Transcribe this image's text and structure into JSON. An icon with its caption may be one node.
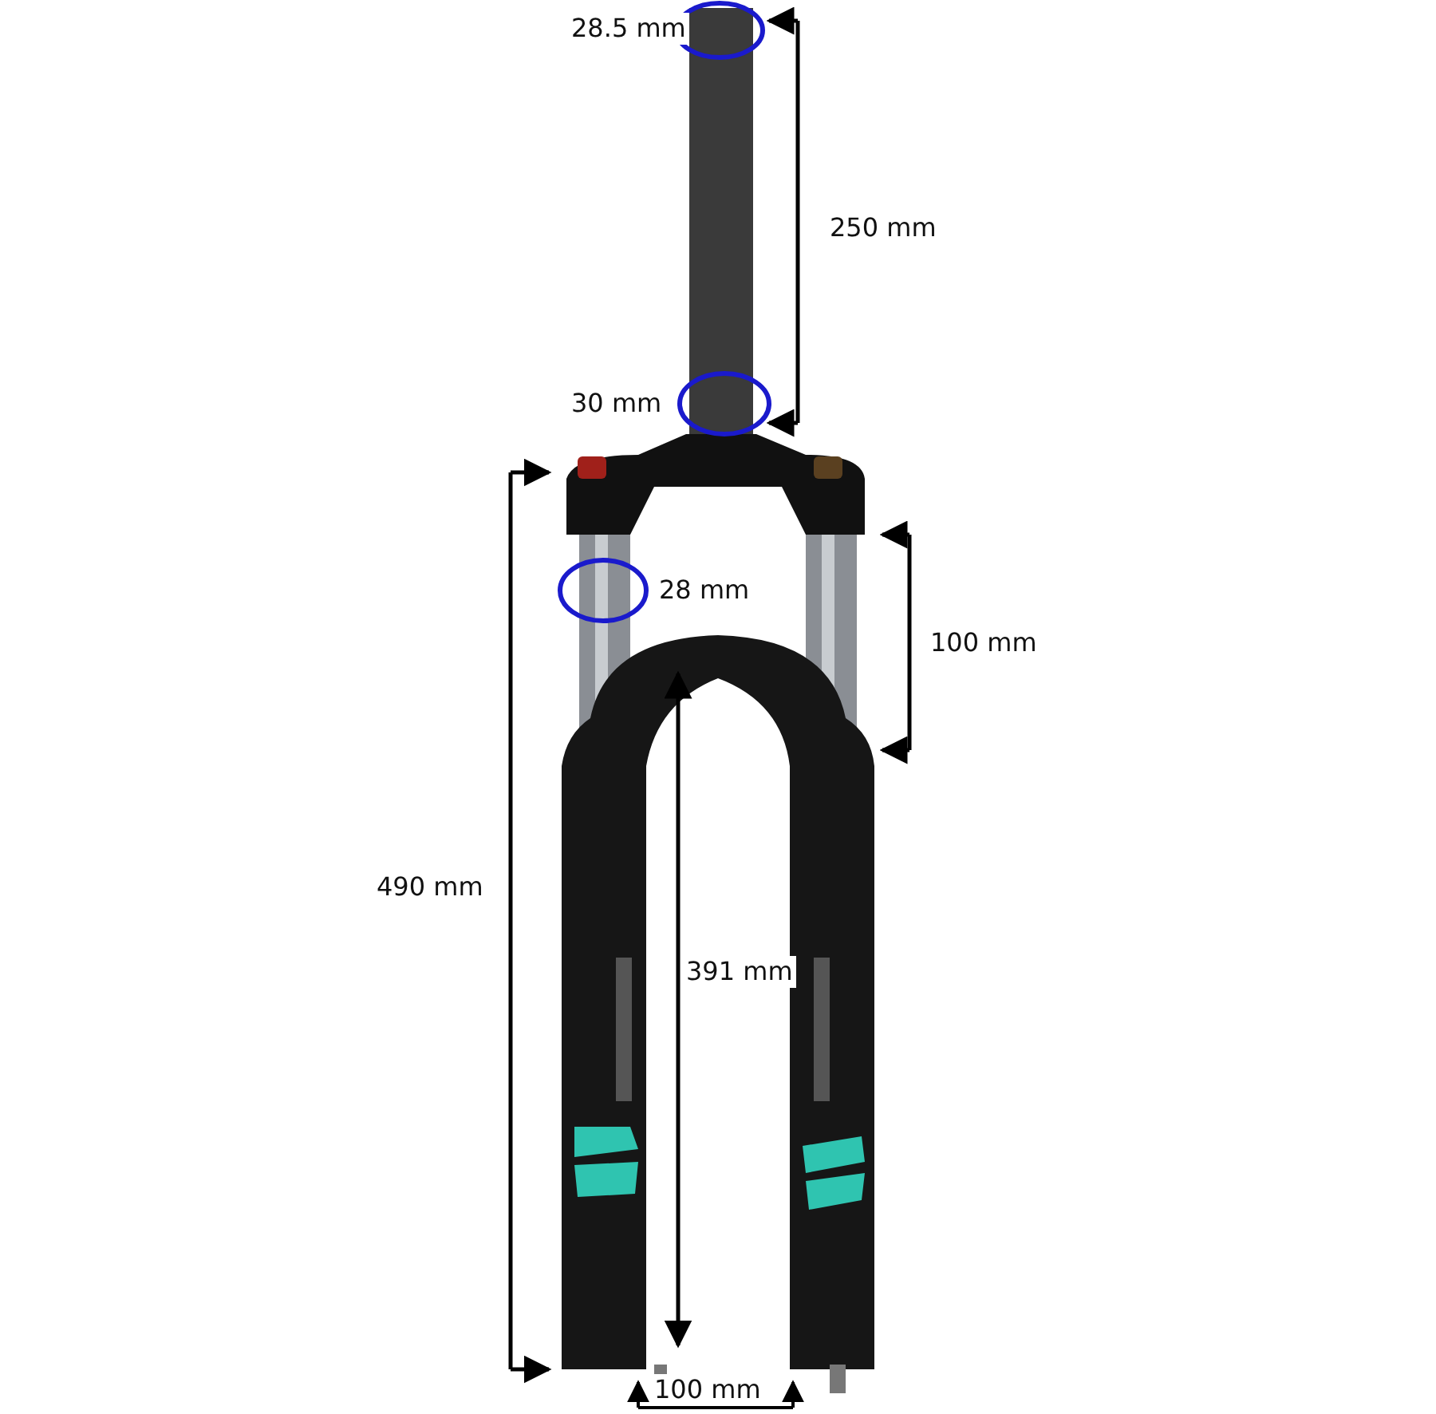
{
  "diagram": {
    "labels": [
      "28.5 mm",
      "250 mm",
      "30 mm",
      "28 mm",
      "100 mm",
      "490 mm",
      "391 mm",
      "100 mm"
    ]
  }
}
